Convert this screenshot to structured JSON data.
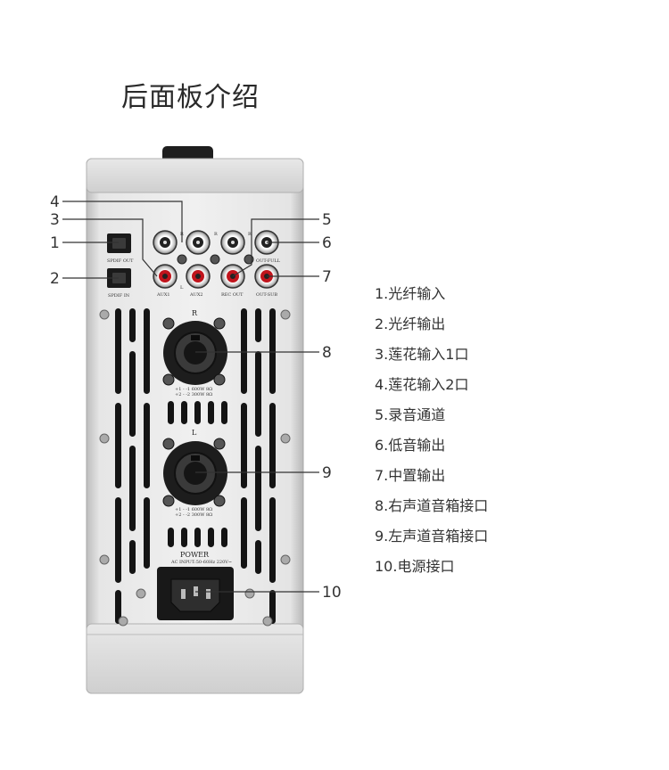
{
  "title": "后面板介绍",
  "legend": [
    "1.光纤输入",
    "2.光纤输出",
    "3.莲花输入1口",
    "4.莲花输入2口",
    "5.录音通道",
    "6.低音输出",
    "7.中置输出",
    "8.右声道音箱接口",
    "9.左声道音箱接口",
    "10.电源接口"
  ],
  "callouts": {
    "c1": "1",
    "c2": "2",
    "c3": "3",
    "c4": "4",
    "c5": "5",
    "c6": "6",
    "c7": "7",
    "c8": "8",
    "c9": "9",
    "c10": "10"
  },
  "panel": {
    "spdif_out": "SPDIF OUT",
    "spdif_in": "SPDIF IN",
    "aux1": "AUX1",
    "aux2": "AUX2",
    "rec_out": "REC OUT",
    "out_full": "OUT-FULL",
    "out_sub": "OUT-SUB",
    "r": "R",
    "l": "L",
    "r_small": "R",
    "l_small": "L",
    "spk_r_spec1": "+1 - -1 600W 8Ω",
    "spk_r_spec2": "+2 - -2 300W 8Ω",
    "spk_l_spec1": "+1 - -1 600W 8Ω",
    "spk_l_spec2": "+2 - -2 300W 8Ω",
    "power": "POWER",
    "power_spec": "AC INPUT:50-60Hz  220V~"
  }
}
